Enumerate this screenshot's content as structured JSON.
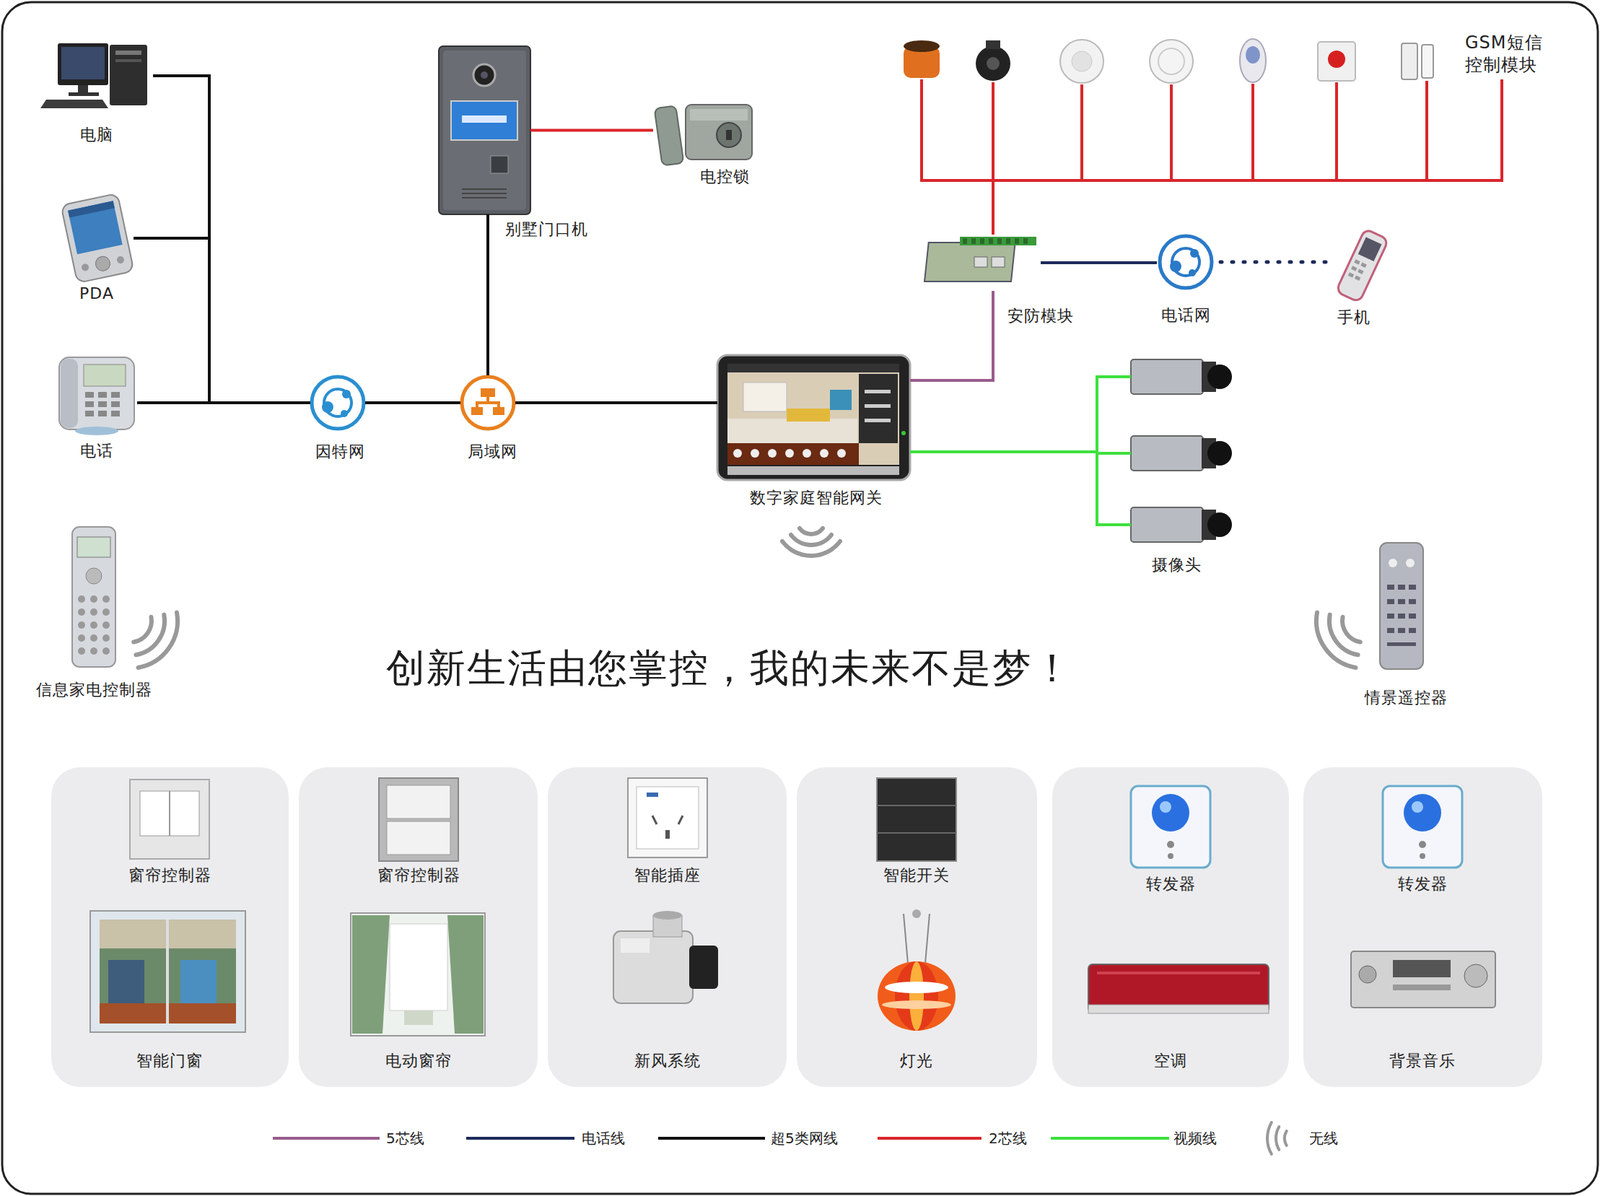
{
  "diagram": {
    "title": "创新生活由您掌控，我的未来不是梦！",
    "nodes": [
      {
        "text": [
          "电脑"
        ]
      },
      {
        "text": [
          "PDA"
        ]
      },
      {
        "text": [
          "电话"
        ]
      },
      {
        "text": [
          "因特网"
        ]
      },
      {
        "text": [
          "局域网"
        ]
      },
      {
        "text": [
          "别墅门口机"
        ]
      },
      {
        "text": [
          "电控锁"
        ]
      },
      {
        "text": [
          "GSM短信 控制模块"
        ]
      },
      {
        "text": [
          "安防模块"
        ]
      },
      {
        "text": [
          "电话网"
        ]
      },
      {
        "text": [
          "手机"
        ]
      },
      {
        "text": [
          "数字家庭智能网关"
        ]
      },
      {
        "text": [
          "摄像头"
        ]
      },
      {
        "text": [
          "信息家电控制器"
        ]
      },
      {
        "text": [
          "情景遥控器"
        ]
      },
      {
        "text": [
          "窗帘控制器"
        ]
      },
      {
        "text": [
          "智能门窗"
        ]
      },
      {
        "text": [
          "窗帘控制器"
        ]
      },
      {
        "text": [
          "电动窗帘"
        ]
      },
      {
        "text": [
          "智能插座"
        ]
      },
      {
        "text": [
          "新风系统"
        ]
      },
      {
        "text": [
          "智能开关"
        ]
      },
      {
        "text": [
          "灯光"
        ]
      },
      {
        "text": [
          "转发器"
        ]
      },
      {
        "text": [
          "空调"
        ]
      },
      {
        "text": [
          "转发器"
        ]
      },
      {
        "text": [
          "背景音乐"
        ]
      }
    ],
    "edges": [
      {
        "from": 0,
        "to": 3,
        "arrow": "none"
      },
      {
        "from": 1,
        "to": 3,
        "arrow": "none"
      },
      {
        "from": 2,
        "to": 3,
        "arrow": "none"
      },
      {
        "from": 3,
        "to": 4,
        "arrow": "none"
      },
      {
        "from": 4,
        "to": 5,
        "arrow": "none"
      },
      {
        "from": 4,
        "to": 11,
        "arrow": "none"
      },
      {
        "from": 5,
        "to": 6,
        "arrow": "none"
      },
      {
        "from": 11,
        "to": 8,
        "arrow": "none"
      },
      {
        "from": 8,
        "to": 9,
        "arrow": "none"
      },
      {
        "from": 9,
        "to": 10,
        "arrow": "none"
      },
      {
        "from": 8,
        "to": 7,
        "arrow": "none"
      },
      {
        "from": 11,
        "to": 12,
        "arrow": "none"
      }
    ],
    "legend": [
      {
        "text": "5芯线"
      },
      {
        "text": "电话线"
      },
      {
        "text": "超5类网线"
      },
      {
        "text": "2芯线"
      },
      {
        "text": "视频线"
      },
      {
        "text": "无线"
      }
    ]
  }
}
